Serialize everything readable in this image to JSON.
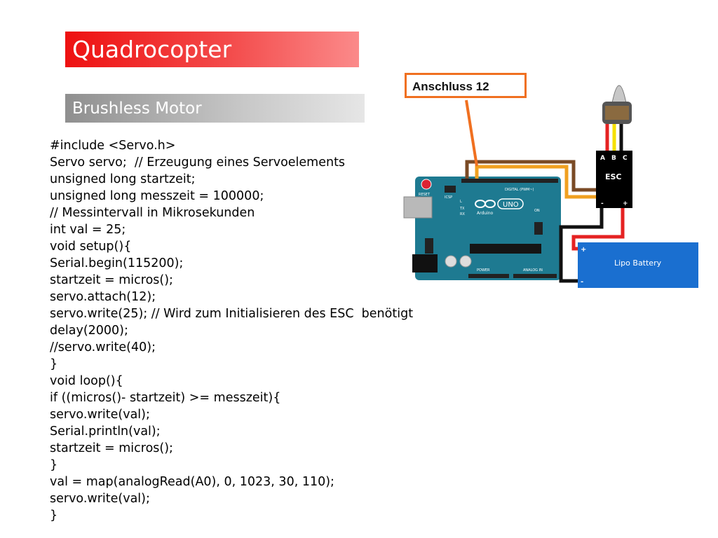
{
  "slide": {
    "title": "Quadrocopter",
    "subtitle": "Brushless Motor"
  },
  "code_lines": [
    "#include <Servo.h>",
    "Servo servo;  // Erzeugung eines Servoelements",
    "unsigned long startzeit;",
    "unsigned long messzeit = 100000;",
    "// Messintervall in Mikrosekunden",
    "int val = 25;",
    "void setup(){",
    "Serial.begin(115200);",
    "startzeit = micros();",
    "servo.attach(12);",
    "servo.write(25); // Wird zum Initialisieren des ESC  benötigt",
    "delay(2000);",
    "//servo.write(40);",
    "}",
    "void loop(){",
    "if ((micros()- startzeit) >= messzeit){",
    "servo.write(val);",
    "Serial.println(val);",
    "startzeit = micros();",
    "}",
    "val = map(analogRead(A0), 0, 1023, 30, 110);",
    "servo.write(val);",
    "}"
  ],
  "diagram": {
    "callout_label": "Anschluss 12",
    "esc_label": "ESC",
    "esc_pins": [
      "A",
      "B",
      "C"
    ],
    "esc_minus": "-",
    "esc_plus": "+",
    "battery_label": "Lipo Battery",
    "battery_plus": "+",
    "battery_minus": "-",
    "board_label": "UNO",
    "board_brand": "Arduino",
    "board_reset": "RESET",
    "board_digital": "DIGITAL (PWM~)",
    "board_icsp": "ICSP",
    "board_tx": "TX",
    "board_rx": "RX",
    "board_l": "L",
    "board_on": "ON",
    "board_power": "POWER",
    "board_analog": "ANALOG IN",
    "colors": {
      "arduino_blue": "#1e7a91",
      "wire_brown": "#7a4a25",
      "wire_orange": "#f0a020",
      "wire_red": "#e52222",
      "wire_black": "#111111",
      "battery_blue": "#1a6fd0",
      "callout_orange": "#f07020"
    }
  }
}
